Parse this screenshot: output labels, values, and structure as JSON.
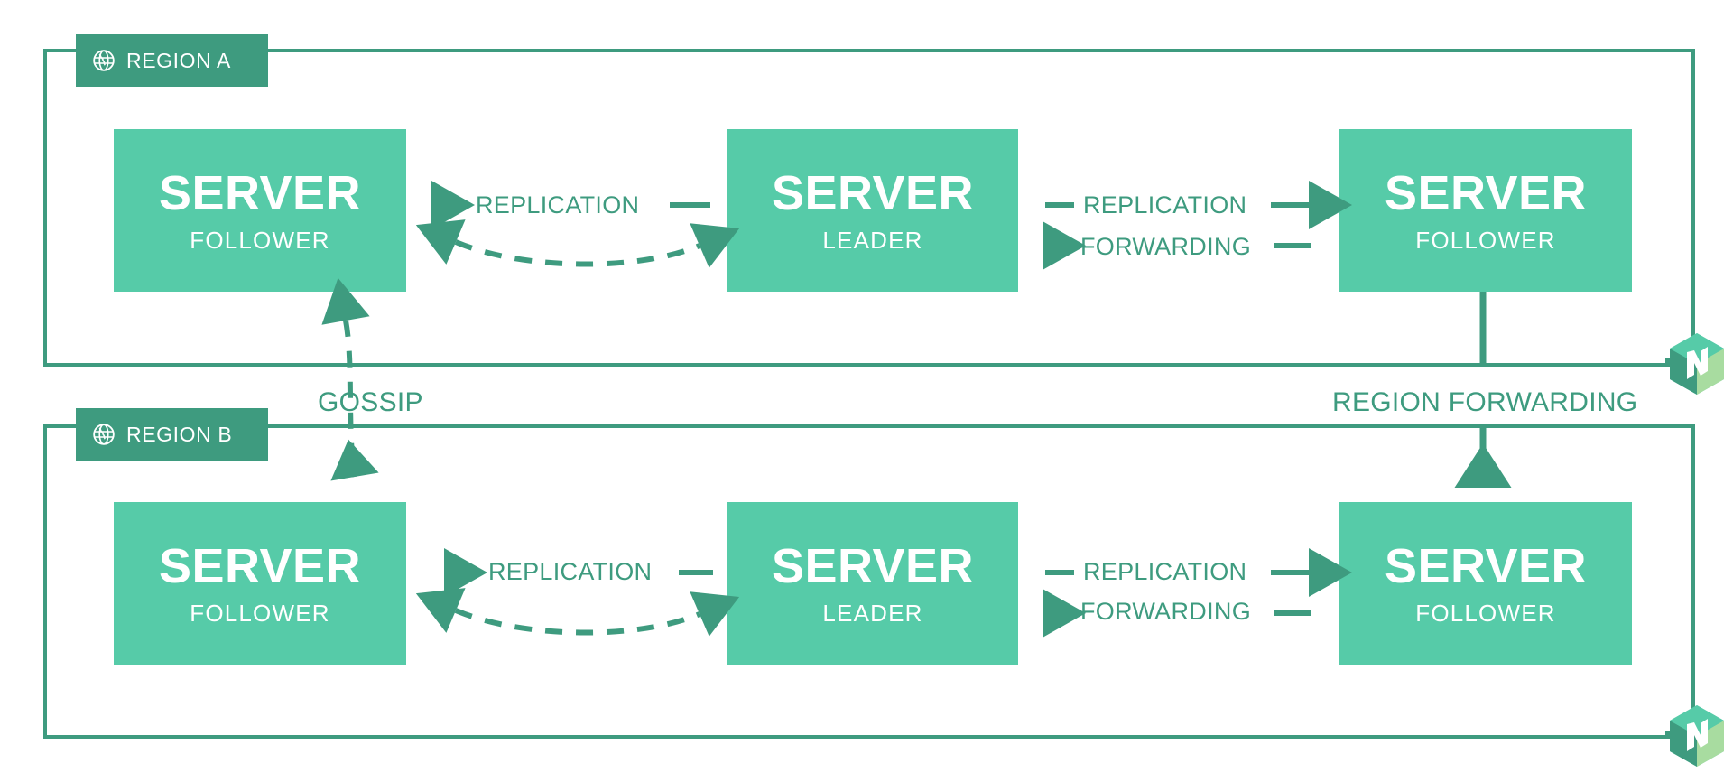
{
  "diagram": {
    "title": "Nomad multi-region federated architecture",
    "colors": {
      "border_green": "#3E9B7F",
      "server_green": "#56CBA8",
      "text_white": "#FFFFFF",
      "logo_dark": "#3E9B7F",
      "logo_mint": "#56CBA8",
      "logo_light": "#A8DCA0"
    }
  },
  "regions": [
    {
      "id": "region-a",
      "tab_label": "REGION A",
      "tab_icon": "globe-icon",
      "servers": [
        {
          "title": "SERVER",
          "role": "FOLLOWER"
        },
        {
          "title": "SERVER",
          "role": "LEADER"
        },
        {
          "title": "SERVER",
          "role": "FOLLOWER"
        }
      ],
      "links": {
        "left_replication": "REPLICATION",
        "right_replication": "REPLICATION",
        "right_forwarding": "FORWARDING"
      }
    },
    {
      "id": "region-b",
      "tab_label": "REGION B",
      "tab_icon": "globe-icon",
      "servers": [
        {
          "title": "SERVER",
          "role": "FOLLOWER"
        },
        {
          "title": "SERVER",
          "role": "LEADER"
        },
        {
          "title": "SERVER",
          "role": "FOLLOWER"
        }
      ],
      "links": {
        "left_replication": "REPLICATION",
        "right_replication": "REPLICATION",
        "right_forwarding": "FORWARDING"
      }
    }
  ],
  "cross_region": {
    "gossip_label": "GOSSIP",
    "forwarding_label": "REGION FORWARDING"
  },
  "logos": [
    {
      "name": "nomad-logo",
      "position": "region-a-right-edge"
    },
    {
      "name": "nomad-logo",
      "position": "region-b-right-edge"
    }
  ]
}
